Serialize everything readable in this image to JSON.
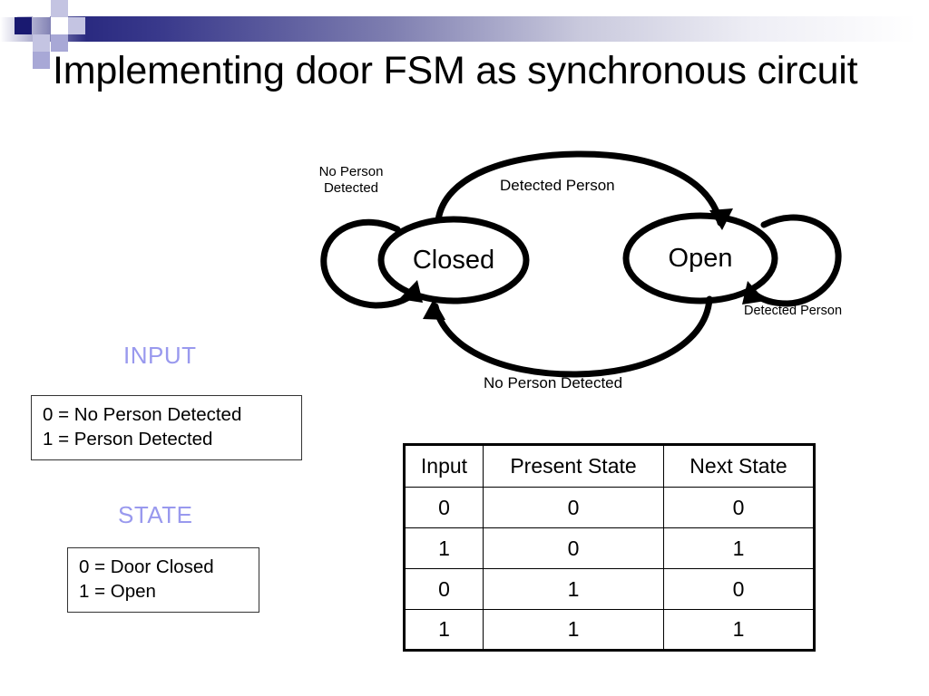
{
  "slide": {
    "title": "Implementing door FSM as synchronous circuit",
    "accent_color": "#9999ee",
    "header_gradient_from": "#2a2a80",
    "header_gradient_to": "#ffffff"
  },
  "fsm": {
    "states": [
      {
        "id": "closed",
        "label": "Closed"
      },
      {
        "id": "open",
        "label": "Open"
      }
    ],
    "labels": {
      "self_loop_closed": "No Person\nDetected",
      "self_loop_closed_line1": "No Person",
      "self_loop_closed_line2": "Detected",
      "closed_to_open": "Detected Person",
      "open_to_closed": "No Person Detected",
      "self_loop_open": "Detected Person"
    },
    "transitions": [
      {
        "from": "Closed",
        "to": "Open",
        "label": "Detected Person"
      },
      {
        "from": "Open",
        "to": "Closed",
        "label": "No Person Detected"
      },
      {
        "from": "Closed",
        "to": "Closed",
        "label": "No Person Detected"
      },
      {
        "from": "Open",
        "to": "Open",
        "label": "Detected Person"
      }
    ]
  },
  "legend": {
    "input": {
      "heading": "INPUT",
      "lines": [
        "0 = No Person Detected",
        "1 = Person Detected"
      ]
    },
    "state": {
      "heading": "STATE",
      "lines": [
        "0 = Door Closed",
        "1 = Open"
      ]
    }
  },
  "truth_table": {
    "headers": [
      "Input",
      "Present State",
      "Next State"
    ],
    "rows": [
      [
        "0",
        "0",
        "0"
      ],
      [
        "1",
        "0",
        "1"
      ],
      [
        "0",
        "1",
        "0"
      ],
      [
        "1",
        "1",
        "1"
      ]
    ]
  }
}
